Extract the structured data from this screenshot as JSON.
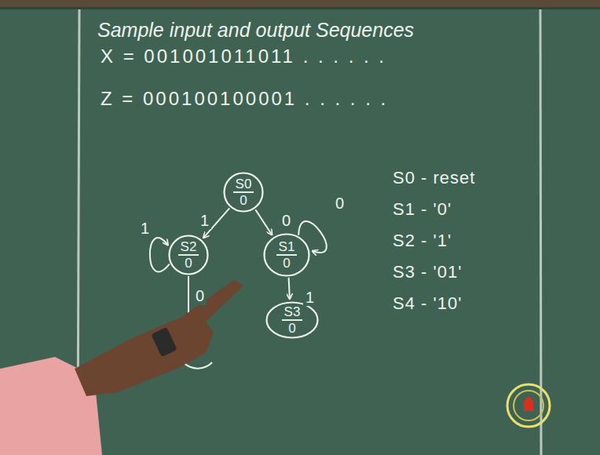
{
  "diagram": {
    "title": "Sample input and output Sequences",
    "nodes": [
      {
        "text": [
          "S0",
          "0"
        ]
      },
      {
        "text": [
          "S2",
          "0"
        ]
      },
      {
        "text": [
          "S1",
          "0"
        ]
      },
      {
        "text": [
          "S3",
          "0"
        ]
      }
    ],
    "edges": [
      {
        "from": 0,
        "to": 1,
        "label": "1",
        "arrow": "to"
      },
      {
        "from": 0,
        "to": 2,
        "label": "0",
        "arrow": "to"
      },
      {
        "from": 1,
        "to": 1,
        "label": "1",
        "arrow": "to"
      },
      {
        "from": 2,
        "to": 2,
        "label": "0",
        "arrow": "to"
      },
      {
        "from": 2,
        "to": 3,
        "label": "1",
        "arrow": "to"
      }
    ],
    "labels": [
      "X = 001001011011 . . . . . .",
      "Z = 000100100001 . . . . . .",
      "0",
      "S0 - reset",
      "S1 - '0'",
      "S2 - '1'",
      "S3 - '01'",
      "S4 - '10'"
    ]
  }
}
